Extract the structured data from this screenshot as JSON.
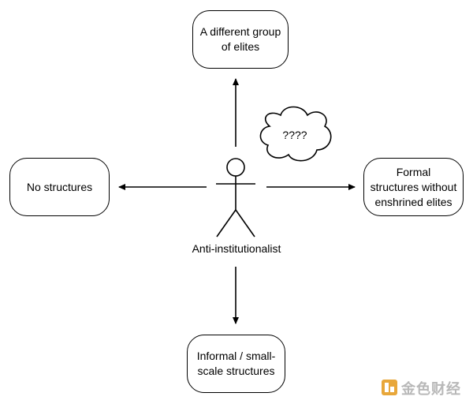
{
  "nodes": {
    "top": {
      "line1": "A different group",
      "line2": "of elites"
    },
    "left": {
      "line1": "No structures"
    },
    "right": {
      "line1": "Formal",
      "line2": "structures without",
      "line3": "enshrined elites"
    },
    "bottom": {
      "line1": "Informal / small-",
      "line2": "scale structures"
    }
  },
  "thought_bubble": {
    "text": "????"
  },
  "figure": {
    "label": "Anti-institutionalist"
  },
  "watermark": {
    "text": "金色财经"
  },
  "colors": {
    "stroke": "#000000",
    "background": "#ffffff",
    "watermark": "#c0c0c0"
  },
  "icons": {
    "center": "stick-figure-icon",
    "bubble": "thought-cloud-icon",
    "watermark_logo": "jinse-logo-icon"
  }
}
